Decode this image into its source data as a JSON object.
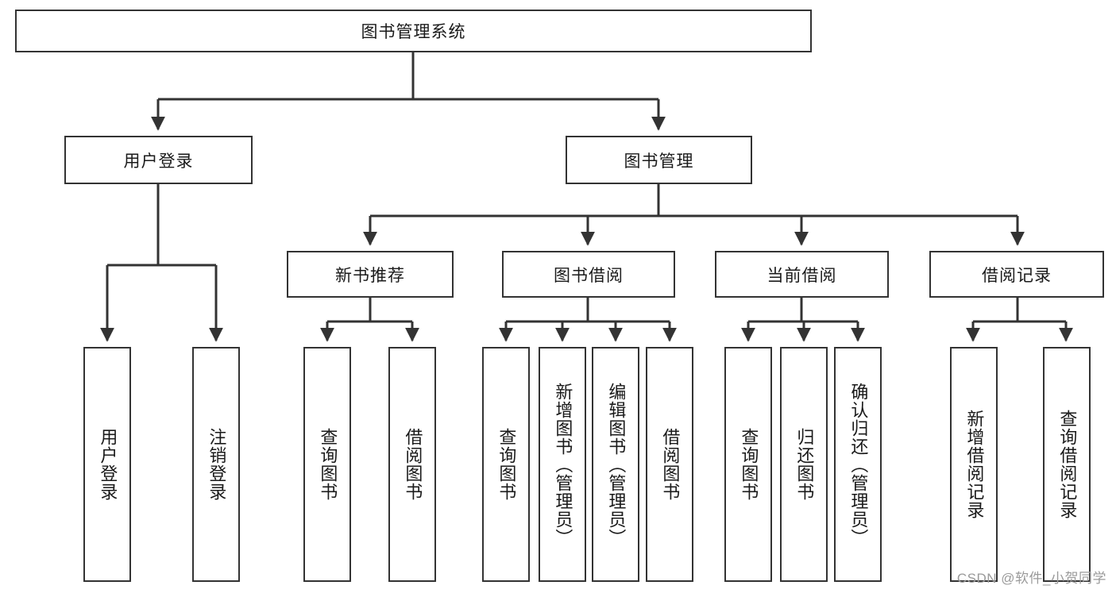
{
  "diagram": {
    "title": "图书管理系统",
    "type": "tree-hierarchy-diagram",
    "colors": {
      "stroke": "#333333",
      "fill": "#ffffff",
      "text": "#1a1a1a",
      "watermark": "#9a9a9a"
    },
    "root": {
      "label": "图书管理系统"
    },
    "level1": [
      {
        "label": "用户登录"
      },
      {
        "label": "图书管理"
      }
    ],
    "level2": [
      {
        "label": "新书推荐"
      },
      {
        "label": "图书借阅"
      },
      {
        "label": "当前借阅"
      },
      {
        "label": "借阅记录"
      }
    ],
    "leaves": {
      "user_login": [
        {
          "label": "用户登录"
        },
        {
          "label": "注销登录"
        }
      ],
      "new_book_recommend": [
        {
          "label": "查询图书"
        },
        {
          "label": "借阅图书"
        }
      ],
      "book_borrow": [
        {
          "label": "查询图书"
        },
        {
          "label": "新增图书（管理员）"
        },
        {
          "label": "编辑图书（管理员）"
        },
        {
          "label": "借阅图书"
        }
      ],
      "current_borrow": [
        {
          "label": "查询图书"
        },
        {
          "label": "归还图书"
        },
        {
          "label": "确认归还（管理员）"
        }
      ],
      "borrow_record": [
        {
          "label": "新增借阅记录"
        },
        {
          "label": "查询借阅记录"
        }
      ]
    }
  },
  "watermark": {
    "text": "CSDN @软件_小贺同学"
  }
}
